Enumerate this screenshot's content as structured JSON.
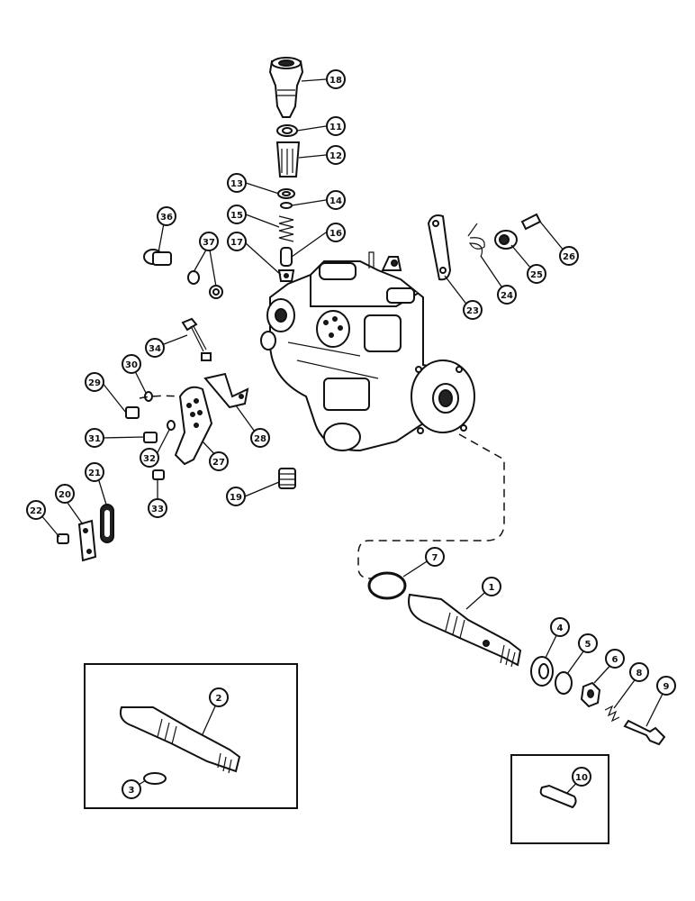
{
  "diagram": {
    "callouts": [
      "1",
      "2",
      "3",
      "4",
      "5",
      "6",
      "7",
      "8",
      "9",
      "10",
      "11",
      "12",
      "13",
      "14",
      "15",
      "16",
      "17",
      "18",
      "19",
      "20",
      "21",
      "22",
      "23",
      "24",
      "25",
      "26",
      "27",
      "28",
      "29",
      "30",
      "31",
      "32",
      "33",
      "34",
      "36",
      "37"
    ]
  }
}
